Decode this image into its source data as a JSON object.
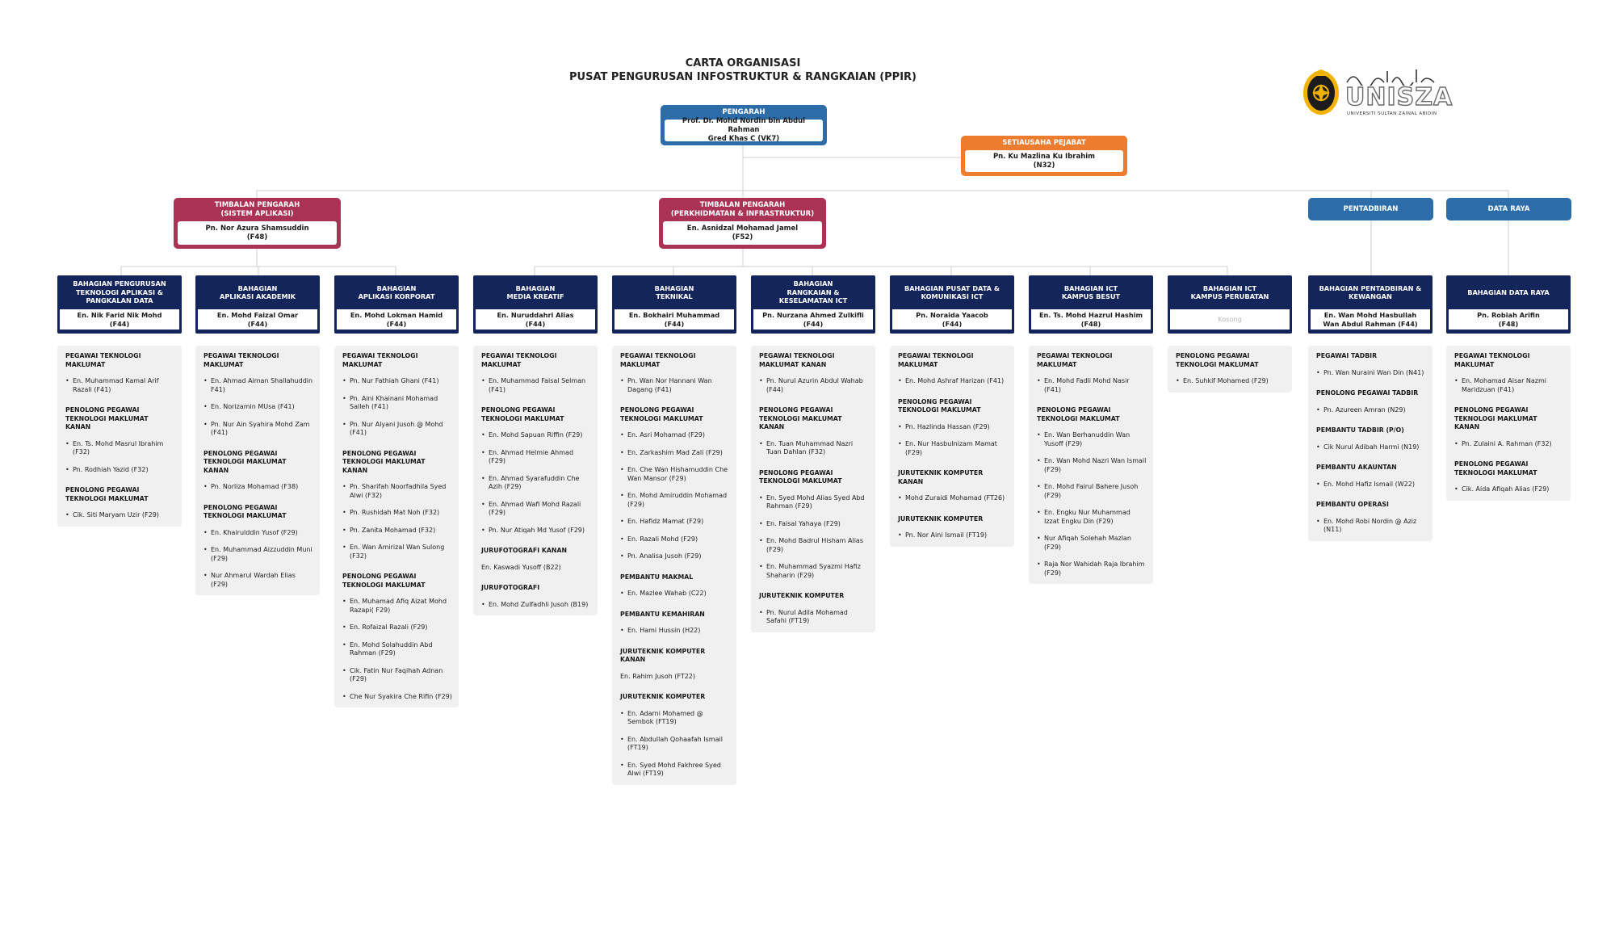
{
  "title": {
    "line1": "CARTA ORGANISASI",
    "line2": "PUSAT PENGURUSAN INFOSTRUKTUR & RANGKAIAN (PPIR)"
  },
  "logo": {
    "word": "UNISZA",
    "subtitle": "UNIVERSITI SULTAN ZAINAL ABIDIN",
    "emblem_icon": "unisza-crest-icon"
  },
  "colors": {
    "navy": "#14255c",
    "blue": "#2b6ca9",
    "orange": "#ee7c2f",
    "crimson": "#a93255",
    "panel": "#f0f0f0"
  },
  "pengarah": {
    "title": "PENGARAH",
    "name": "Prof. Dr. Mohd Nordin bin Abdul Rahman",
    "grade": "Gred Khas C (VK7)"
  },
  "setiausaha": {
    "title": "SETIAUSAHA PEJABAT",
    "name": "Pn. Ku Mazlina Ku Ibrahim",
    "grade": "(N32)"
  },
  "timbalan_sa": {
    "title1": "TIMBALAN PENGARAH",
    "title2": "(SISTEM APLIKASI)",
    "name": "Pn. Nor Azura Shamsuddin",
    "grade": "(F48)"
  },
  "timbalan_pi": {
    "title1": "TIMBALAN PENGARAH",
    "title2": "(PERKHIDMATAN & INFRASTRUKTUR)",
    "name": "En. Asnidzal Mohamad Jamel",
    "grade": "(F52)"
  },
  "pentadbiran": {
    "label": "PENTADBIRAN"
  },
  "dataraya": {
    "label": "DATA RAYA"
  },
  "departments": [
    {
      "head": [
        "BAHAGIAN  PENGURUSAN",
        "TEKNOLOGI APLIKASI  &",
        "PANGKALAN  DATA"
      ],
      "name": "En. Nik Farid Nik Mohd",
      "grade": "(F44)",
      "groups": [
        {
          "title": "PEGAWAI TEKNOLOGI MAKLUMAT",
          "members": [
            "En. Muhammad Kamal Arif Razali (F41)"
          ]
        },
        {
          "title": "PENOLONG PEGAWAI TEKNOLOGI MAKLUMAT KANAN",
          "members": [
            "En. Ts. Mohd Masrul Ibrahim (F32)",
            "Pn. Rodhiah Yazid (F32)"
          ]
        },
        {
          "title": "PENOLONG PEGAWAI TEKNOLOGI MAKLUMAT",
          "members": [
            "Cik. Siti Maryam Uzir (F29)"
          ]
        }
      ]
    },
    {
      "head": [
        "BAHAGIAN",
        "APLIKASI  AKADEMIK"
      ],
      "name": "En. Mohd Faizal Omar",
      "grade": "(F44)",
      "groups": [
        {
          "title": "PEGAWAI TEKNOLOGI MAKLUMAT",
          "members": [
            "En. Ahmad Aiman Shallahuddin F41)",
            "En. Norizamin MUsa (F41)",
            "Pn. Nur Ain Syahira Mohd Zam (F41)"
          ]
        },
        {
          "title": "PENOLONG PEGAWAI TEKNOLOGI MAKLUMAT KANAN",
          "members": [
            "Pn. Norliza Mohamad (F38)"
          ]
        },
        {
          "title": "PENOLONG PEGAWAI TEKNOLOGI MAKLUMAT",
          "members": [
            "En. Khairulddin Yusof (F29)",
            "En. Muhammad Aizzuddin Muni (F29)",
            "Nur Ahmarul Wardah Elias (F29)"
          ]
        }
      ]
    },
    {
      "head": [
        "BAHAGIAN",
        "APLIKASI  KORPORAT"
      ],
      "name": "En. Mohd Lokman Hamid",
      "grade": "(F44)",
      "groups": [
        {
          "title": "PEGAWAI TEKNOLOGI MAKLUMAT",
          "members": [
            "Pn. Nur Fathiah Ghani (F41)",
            "Pn. Aini Khainani Mohamad Salleh (F41)",
            "Pn. Nur Alyani Jusoh @ Mohd (F41)"
          ]
        },
        {
          "title": "PENOLONG PEGAWAI TEKNOLOGI MAKLUMAT KANAN",
          "members": [
            "Pn. Sharifah Noorfadhila Syed Alwi (F32)",
            "Pn. Rushidah Mat Noh (F32)",
            "Pn. Zanita Mohamad (F32)",
            "En. Wan Amirizal Wan Sulong (F32)"
          ]
        },
        {
          "title": "PENOLONG PEGAWAI TEKNOLOGI MAKLUMAT",
          "members": [
            "En. Muhamad Afiq Aizat Mohd Razapi( F29)",
            "En. Rofaizal Razali (F29)",
            "En. Mohd Solahuddin Abd Rahman (F29)",
            "Cik. Fatin Nur Faqihah Adnan (F29)",
            "Che Nur Syakira Che Rifin (F29)"
          ]
        }
      ]
    },
    {
      "head": [
        "BAHAGIAN",
        "MEDIA KREATIF"
      ],
      "name": "En. Nuruddahri Alias",
      "grade": "(F44)",
      "groups": [
        {
          "title": "PEGAWAI TEKNOLOGI MAKLUMAT",
          "members": [
            "En. Muhammad Faisal Selman (F41)"
          ]
        },
        {
          "title": "PENOLONG PEGAWAI TEKNOLOGI MAKLUMAT",
          "members": [
            "En. Mohd Sapuan Riffin (F29)",
            "En. Ahmad Helmie Ahmad (F29)",
            "En. Ahmad Syarafuddin Che Azih (F29)",
            "En. Ahmad Wafi Mohd Razali (F29)",
            "Pn. Nur Atiqah Md Yusof (F29)"
          ]
        },
        {
          "title": "JURUFOTOGRAFI KANAN",
          "nobullet": true,
          "members": [
            "En. Kaswadi  Yusoff (B22)"
          ]
        },
        {
          "title": "JURUFOTOGRAFI",
          "members": [
            "En. Mohd Zulfadhli Jusoh (B19)"
          ]
        }
      ]
    },
    {
      "head": [
        "BAHAGIAN",
        "TEKNIKAL"
      ],
      "name": "En. Bokhairi Muhammad",
      "grade": "(F44)",
      "groups": [
        {
          "title": "PEGAWAI TEKNOLOGI MAKLUMAT",
          "members": [
            "Pn. Wan Nor Hannani Wan Dagang (F41)"
          ]
        },
        {
          "title": "PENOLONG PEGAWAI TEKNOLOGI MAKLUMAT",
          "members": [
            "En. Asri Mohamad (F29)",
            "En. Zarkashim Mad Zali (F29)",
            "En. Che Wan Hishamuddin Che Wan Mansor (F29)",
            "En. Mohd Amiruddin Mohamad (F29)",
            "En. Hafidz Mamat (F29)",
            "En. Razali Mohd (F29)",
            "Pn. Analisa Jusoh (F29)"
          ]
        },
        {
          "title": "PEMBANTU MAKMAL",
          "members": [
            "En. Mazlee Wahab (C22)"
          ]
        },
        {
          "title": "PEMBANTU KEMAHIRAN",
          "members": [
            "En. Hami Hussin (H22)"
          ]
        },
        {
          "title": "JURUTEKNIK KOMPUTER KANAN",
          "nobullet": true,
          "members": [
            "En. Rahim Jusoh (FT22)"
          ]
        },
        {
          "title": "JURUTEKNIK KOMPUTER",
          "members": [
            "En. Adarni Mohamed @ Sembok (FT19)",
            "En. Abdullah Qohaafah Ismail (FT19)",
            "En. Syed Mohd Fakhree Syed Alwi (FT19)"
          ]
        }
      ]
    },
    {
      "head": [
        "BAHAGIAN",
        "RANGKAIAN &",
        "KESELAMATAN ICT"
      ],
      "name": "Pn. Nurzana Ahmed Zulkifli",
      "grade": "(F44)",
      "groups": [
        {
          "title": "PEGAWAI TEKNOLOGI MAKLUMAT KANAN",
          "members": [
            "Pn. Nurul Azurin Abdul Wahab (F44)"
          ]
        },
        {
          "title": "PENOLONG PEGAWAI TEKNOLOGI MAKLUMAT KANAN",
          "members": [
            "En. Tuan Muhammad Nazri Tuan Dahlan (F32)"
          ]
        },
        {
          "title": "PENOLONG PEGAWAI TEKNOLOGI MAKLUMAT",
          "members": [
            "En. Syed Mohd Alias Syed Abd Rahman (F29)",
            "En. Faisal Yahaya (F29)",
            "En. Mohd Badrul Hisham Alias (F29)",
            "En. Muhammad Syazmi Hafiz Shaharin (F29)"
          ]
        },
        {
          "title": "JURUTEKNIK KOMPUTER",
          "members": [
            "Pn. Nurul Adila Mohamad Safahi (FT19)"
          ]
        }
      ]
    },
    {
      "head": [
        "BAHAGIAN PUSAT DATA &",
        "KOMUNIKASI ICT"
      ],
      "name": "Pn. Noraida Yaacob",
      "grade": "(F44)",
      "groups": [
        {
          "title": "PEGAWAI TEKNOLOGI MAKLUMAT",
          "members": [
            "En. Mohd Ashraf Harizan (F41)"
          ]
        },
        {
          "title": "PENOLONG PEGAWAI TEKNOLOGI MAKLUMAT",
          "members": [
            "Pn. Hazlinda Hassan  (F29)",
            "En. Nur Hasbulnizam Mamat (F29)"
          ]
        },
        {
          "title": "JURUTEKNIK KOMPUTER KANAN",
          "members": [
            "Mohd Zuraidi Mohamad (FT26)"
          ]
        },
        {
          "title": "JURUTEKNIK KOMPUTER",
          "members": [
            "Pn. Nor Aini Ismail  (FT19)"
          ]
        }
      ]
    },
    {
      "head": [
        "BAHAGIAN ICT",
        "KAMPUS BESUT"
      ],
      "name": "En. Ts. Mohd Hazrul Hashim",
      "grade": "(F48)",
      "groups": [
        {
          "title": "PEGAWAI TEKNOLOGI MAKLUMAT",
          "members": [
            "En. Mohd Fadli Mohd Nasir (F41)"
          ]
        },
        {
          "title": "PENOLONG PEGAWAI TEKNOLOGI MAKLUMAT",
          "members": [
            "En. Wan Berhanuddin Wan Yusoff (F29)",
            "En. Wan Mohd Nazri Wan Ismail (F29)",
            "En. Mohd Fairul Bahere Jusoh (F29)",
            "En. Engku Nur Muhammad Izzat Engku Din (F29)",
            "Nur Afiqah Solehah Mazlan (F29)",
            "Raja Nor Wahidah Raja Ibrahim (F29)"
          ]
        }
      ]
    },
    {
      "head": [
        "BAHAGIAN ICT",
        "KAMPUS PERUBATAN"
      ],
      "name": "Kosong",
      "grade": "",
      "empty": true,
      "groups": [
        {
          "title": "PENOLONG PEGAWAI TEKNOLOGI MAKLUMAT",
          "members": [
            "En. Suhkif Mohamed (F29)"
          ]
        }
      ]
    },
    {
      "head": [
        "BAHAGIAN PENTADBIRAN &",
        "KEWANGAN"
      ],
      "name": "En. Wan Mohd Hasbullah",
      "grade": "Wan Abdul Rahman (F44)",
      "groups": [
        {
          "title": "PEGAWAI TADBIR",
          "members": [
            "Pn. Wan Nuraini Wan Din (N41)"
          ]
        },
        {
          "title": "PENOLONG PEGAWAI TADBIR",
          "members": [
            "Pn. Azureen Amran (N29)"
          ]
        },
        {
          "title": "PEMBANTU TADBIR (P/O)",
          "members": [
            "Cik Nurul Adibah Harmi (N19)"
          ]
        },
        {
          "title": "PEMBANTU AKAUNTAN",
          "members": [
            "En. Mohd Hafiz Ismail (W22)"
          ]
        },
        {
          "title": "PEMBANTU OPERASI",
          "members": [
            "En. Mohd Robi Nordin @ Aziz (N11)"
          ]
        }
      ]
    },
    {
      "head": [
        "BAHAGIAN DATA RAYA"
      ],
      "name": "Pn. Robiah Arifin",
      "grade": "(F48)",
      "groups": [
        {
          "title": "PEGAWAI TEKNOLOGI MAKLUMAT",
          "members": [
            "En. Mohamad Aisar Nazmi Maridzuan (F41)"
          ]
        },
        {
          "title": "PENOLONG PEGAWAI TEKNOLOGI MAKLUMAT KANAN",
          "members": [
            "Pn. Zulaini A. Rahman (F32)"
          ]
        },
        {
          "title": "PENOLONG PEGAWAI TEKNOLOGI MAKLUMAT",
          "members": [
            "Cik. Aida Afiqah Alias (F29)"
          ]
        }
      ]
    }
  ]
}
